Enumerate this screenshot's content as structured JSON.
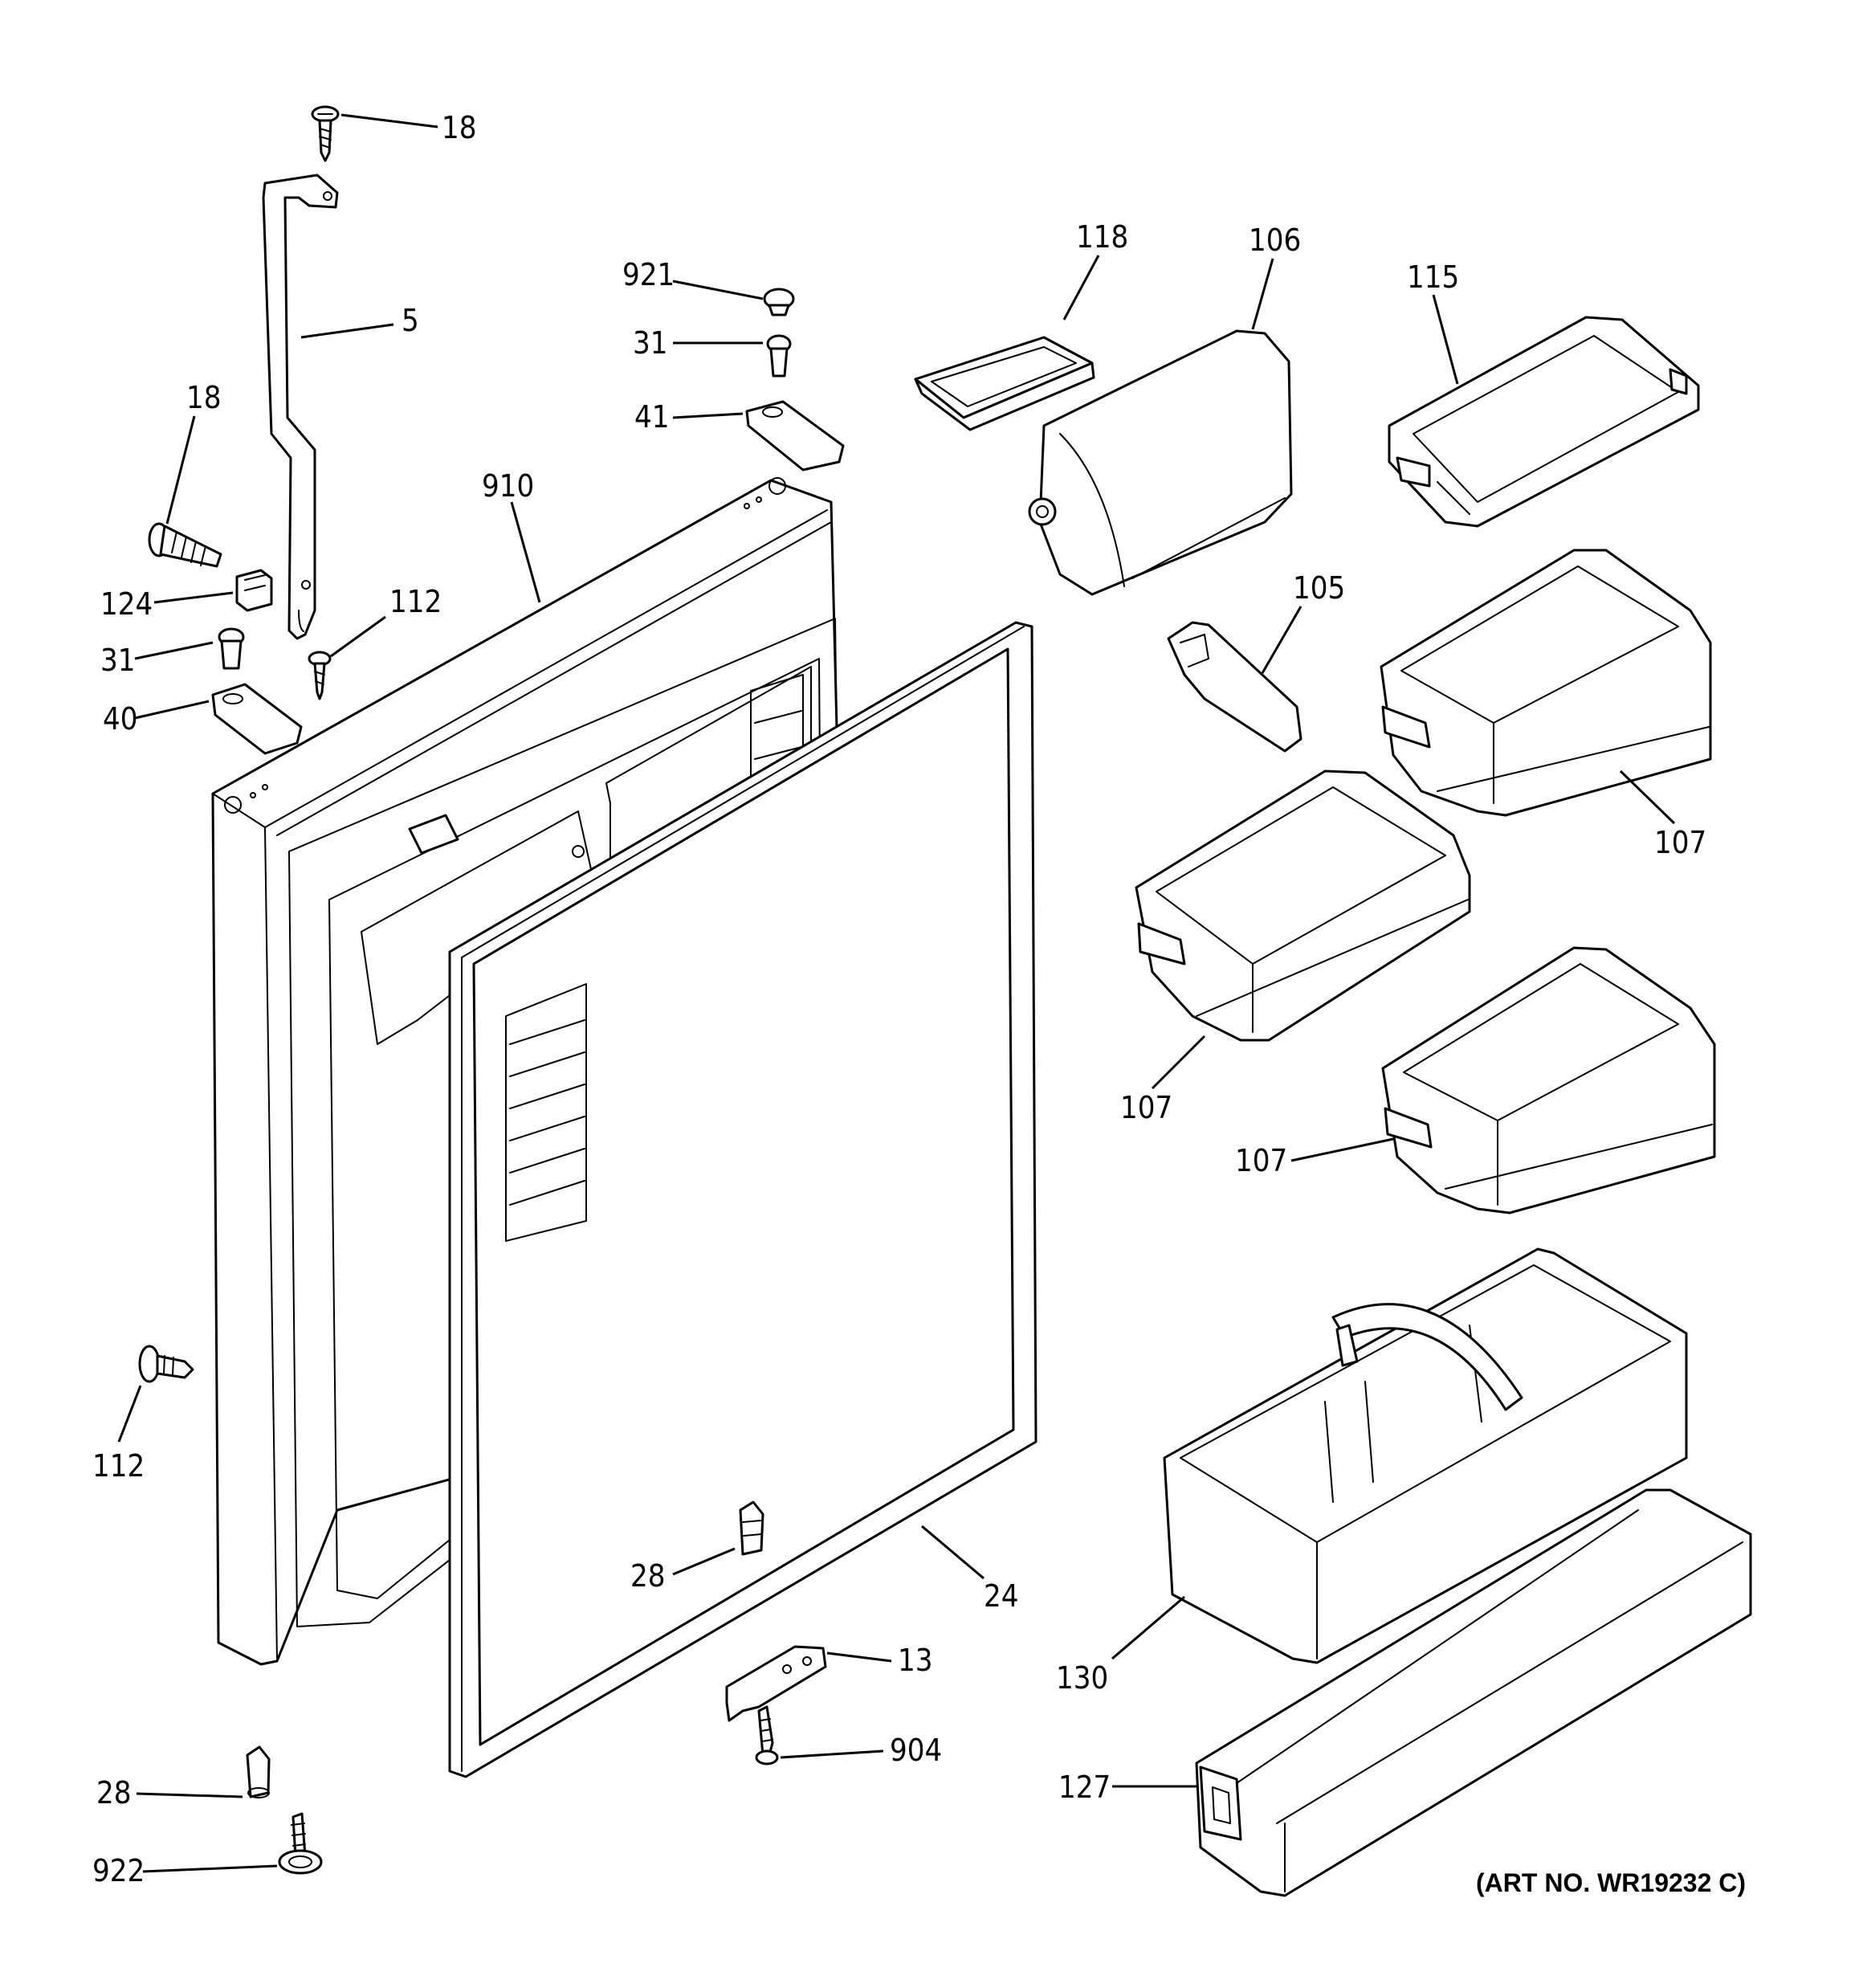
{
  "art_number": "(ART NO. WR19232 C)",
  "callouts": [
    {
      "id": "c18a",
      "label": "18"
    },
    {
      "id": "c5",
      "label": "5"
    },
    {
      "id": "c18b",
      "label": "18"
    },
    {
      "id": "c910",
      "label": "910"
    },
    {
      "id": "c124",
      "label": "124"
    },
    {
      "id": "c112a",
      "label": "112"
    },
    {
      "id": "c31a",
      "label": "31"
    },
    {
      "id": "c40",
      "label": "40"
    },
    {
      "id": "c921",
      "label": "921"
    },
    {
      "id": "c31b",
      "label": "31"
    },
    {
      "id": "c41",
      "label": "41"
    },
    {
      "id": "c118",
      "label": "118"
    },
    {
      "id": "c106",
      "label": "106"
    },
    {
      "id": "c115",
      "label": "115"
    },
    {
      "id": "c105",
      "label": "105"
    },
    {
      "id": "c107a",
      "label": "107"
    },
    {
      "id": "c107b",
      "label": "107"
    },
    {
      "id": "c107c",
      "label": "107"
    },
    {
      "id": "c112b",
      "label": "112"
    },
    {
      "id": "c28a",
      "label": "28"
    },
    {
      "id": "c24",
      "label": "24"
    },
    {
      "id": "c13",
      "label": "13"
    },
    {
      "id": "c904",
      "label": "904"
    },
    {
      "id": "c130",
      "label": "130"
    },
    {
      "id": "c127",
      "label": "127"
    },
    {
      "id": "c28b",
      "label": "28"
    },
    {
      "id": "c922",
      "label": "922"
    }
  ]
}
